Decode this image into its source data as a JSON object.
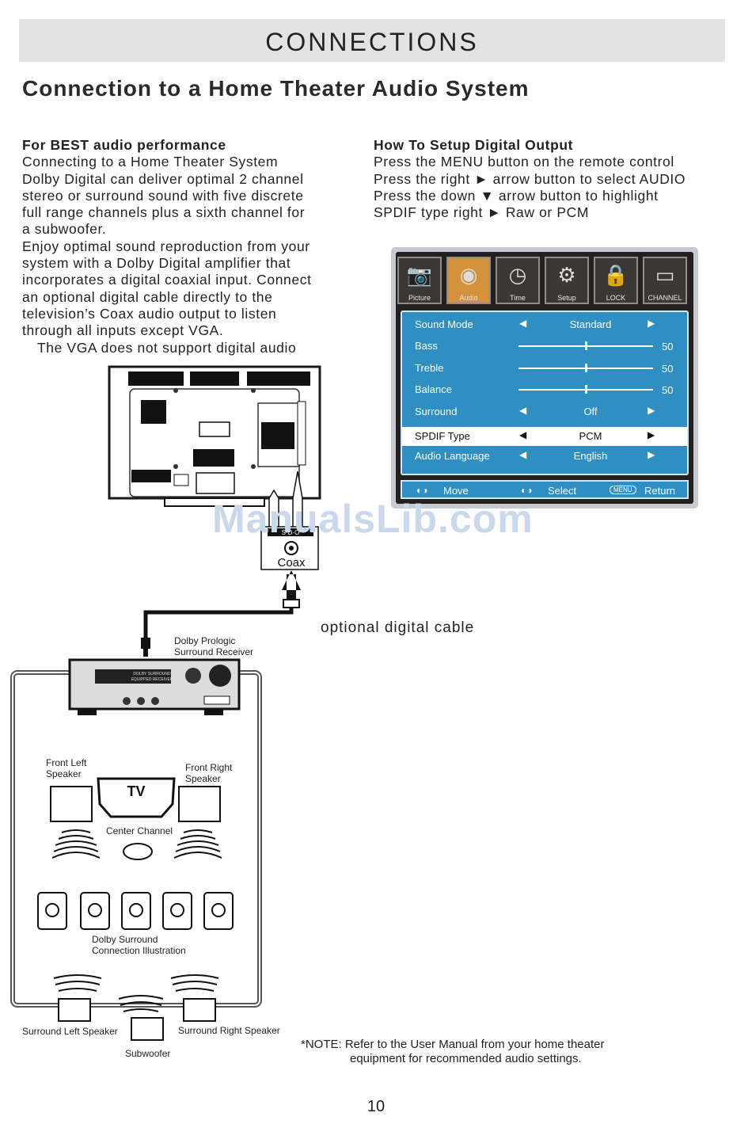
{
  "header": {
    "title": "CONNECTIONS"
  },
  "heading": "Connection to a Home Theater Audio System",
  "left_col": {
    "title": "For BEST audio performance",
    "lines": [
      "Connecting to a Home Theater System",
      "Dolby Digital can deliver optimal 2 channel",
      "stereo or surround sound with five discrete",
      "full range channels plus a sixth channel for",
      "a subwoofer.",
      "Enjoy optimal sound reproduction from your",
      "system with a Dolby Digital amplifier that",
      "incorporates a digital coaxial input. Connect",
      "an optional digital cable directly to the",
      "television’s Coax audio output to listen",
      "through all inputs except VGA."
    ],
    "indent_line": "The VGA does not support digital audio"
  },
  "right_col": {
    "title": "How To Setup Digital Output",
    "lines": [
      "Press the MENU button on the remote control",
      "Press the right ► arrow button to select AUDIO",
      "Press the down ▼ arrow button to highlight",
      "SPDIF type right ► Raw or PCM"
    ]
  },
  "menu": {
    "icons": [
      {
        "label": "Picture",
        "icon": "camera-icon",
        "glyph": "📷"
      },
      {
        "label": "Audio",
        "icon": "audio-icon",
        "glyph": "◉"
      },
      {
        "label": "Time",
        "icon": "clock-icon",
        "glyph": "◷"
      },
      {
        "label": "Setup",
        "icon": "wrench-icon",
        "glyph": "⚙"
      },
      {
        "label": "LOCK",
        "icon": "lock-icon",
        "glyph": "🔒"
      },
      {
        "label": "CHANNEL",
        "icon": "monitor-icon",
        "glyph": "▭"
      }
    ],
    "rows": [
      {
        "label": "Sound  Mode",
        "value": "Standard"
      },
      {
        "label": "Bass",
        "level": 50,
        "num": "50"
      },
      {
        "label": "Treble",
        "level": 50,
        "num": "50"
      },
      {
        "label": "Balance",
        "level": 50,
        "num": "50"
      },
      {
        "label": "Surround",
        "value": "Off"
      },
      {
        "label": "SPDIF Type",
        "value": "PCM"
      },
      {
        "label": "Audio Language",
        "value": "English"
      }
    ],
    "footer": {
      "move": "Move",
      "select": "Select",
      "menu_badge": "MENU",
      "return": "Return"
    }
  },
  "watermark": "ManualsLib.com",
  "tv_panel": {
    "coax": "Coax",
    "jack_badge": "S·D·O"
  },
  "cable_caption": "optional digital cable",
  "receiver_label": [
    "Dolby Prologic",
    "Surround Receiver"
  ],
  "receiver_display": [
    "DOLBY SURROUND",
    "EQUIPPED RECEIVER"
  ],
  "diagram": {
    "front_left": [
      "Front Left",
      "Speaker"
    ],
    "front_right": [
      "Front Right",
      "Speaker"
    ],
    "tv": "TV",
    "center": "Center Channel",
    "illustration": [
      "Dolby Surround",
      "Connection Illustration"
    ],
    "surround_left": "Surround Left Speaker",
    "surround_right": "Surround Right Speaker",
    "subwoofer": "Subwoofer"
  },
  "note": [
    "*NOTE: Refer to the User Manual from your home theater",
    "equipment for recommended audio settings."
  ],
  "page_number": "10"
}
